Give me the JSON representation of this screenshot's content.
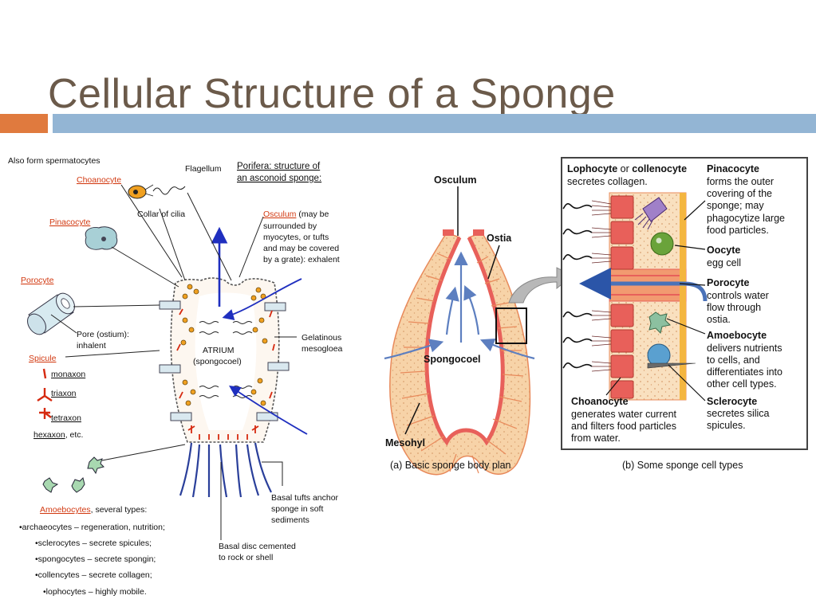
{
  "title": "Cellular Structure of a Sponge",
  "colors": {
    "title": "#6b5a4a",
    "accent_bar": "#e07a3e",
    "rule_bar": "#93b5d4",
    "cell_red": "#e8605a",
    "mesohyl": "#f7d3a8",
    "arrow_blue": "#2b55a8"
  },
  "left_diagram": {
    "spermatocytes_note": "Also form spermatocytes",
    "choanocyte": "Choanocyte",
    "flagellum": "Flagellum",
    "collar": "Collar of cilia",
    "heading_1": "Porifera: structure of",
    "heading_2": "an asconoid sponge:",
    "pinacocyte": "Pinacocyte",
    "osculum_term": "Osculum",
    "osculum_1": " (may be",
    "osculum_2": "surrounded by",
    "osculum_3": "myocytes, or tufts",
    "osculum_4": "and may be covered",
    "osculum_5": "by a grate): exhalent",
    "porocyte": "Porocyte",
    "pore_1": "Pore (ostium):",
    "pore_2": "inhalent",
    "atrium_1": "ATRIUM",
    "atrium_2": "(spongocoel)",
    "gelatinous_1": "Gelatinous",
    "gelatinous_2": "mesogloea",
    "spicule": "Spicule",
    "monaxon": "monaxon",
    "triaxon": "triaxon",
    "tetraxon": "tetraxon",
    "hexaxon": "hexaxon",
    "etc": ", etc.",
    "basal_tufts_1": "Basal tufts anchor",
    "basal_tufts_2": "sponge in soft",
    "basal_tufts_3": "sediments",
    "basal_disc_1": "Basal disc cemented",
    "basal_disc_2": "to rock or shell",
    "amoebocytes": "Amoebocytes",
    "amoebocytes_rest": ", several types:",
    "types": [
      "•archaeocytes – regeneration, nutrition;",
      "•sclerocytes – secrete spicules;",
      "•spongocytes – secrete spongin;",
      "•collencytes – secrete collagen;",
      "•lophocytes – highly mobile."
    ]
  },
  "middle_diagram": {
    "osculum": "Osculum",
    "ostia": "Ostia",
    "spongocoel": "Spongocoel",
    "mesohyl": "Mesohyl",
    "caption": "(a) Basic sponge body plan"
  },
  "right_diagram": {
    "lophocyte": "Lophocyte",
    "or": " or ",
    "collenocyte": "collenocyte",
    "lophocyte_desc": "secretes collagen.",
    "pinacocyte": "Pinacocyte",
    "pinacocyte_desc": [
      "forms the outer",
      "covering of the",
      "sponge; may",
      "phagocytize large",
      "food particles."
    ],
    "oocyte": "Oocyte",
    "oocyte_desc": "egg cell",
    "porocyte": "Porocyte",
    "porocyte_desc": [
      "controls water",
      "flow through",
      "ostia."
    ],
    "amoebocyte": "Amoebocyte",
    "amoebocyte_desc": [
      "delivers nutrients",
      "to cells, and",
      "differentiates into",
      "other cell types."
    ],
    "choanocyte": "Choanocyte",
    "choanocyte_desc": [
      "generates water current",
      "and filters food particles",
      "from water."
    ],
    "sclerocyte": "Sclerocyte",
    "sclerocyte_desc": [
      "secretes silica",
      "spicules."
    ],
    "caption": "(b) Some sponge cell types"
  }
}
